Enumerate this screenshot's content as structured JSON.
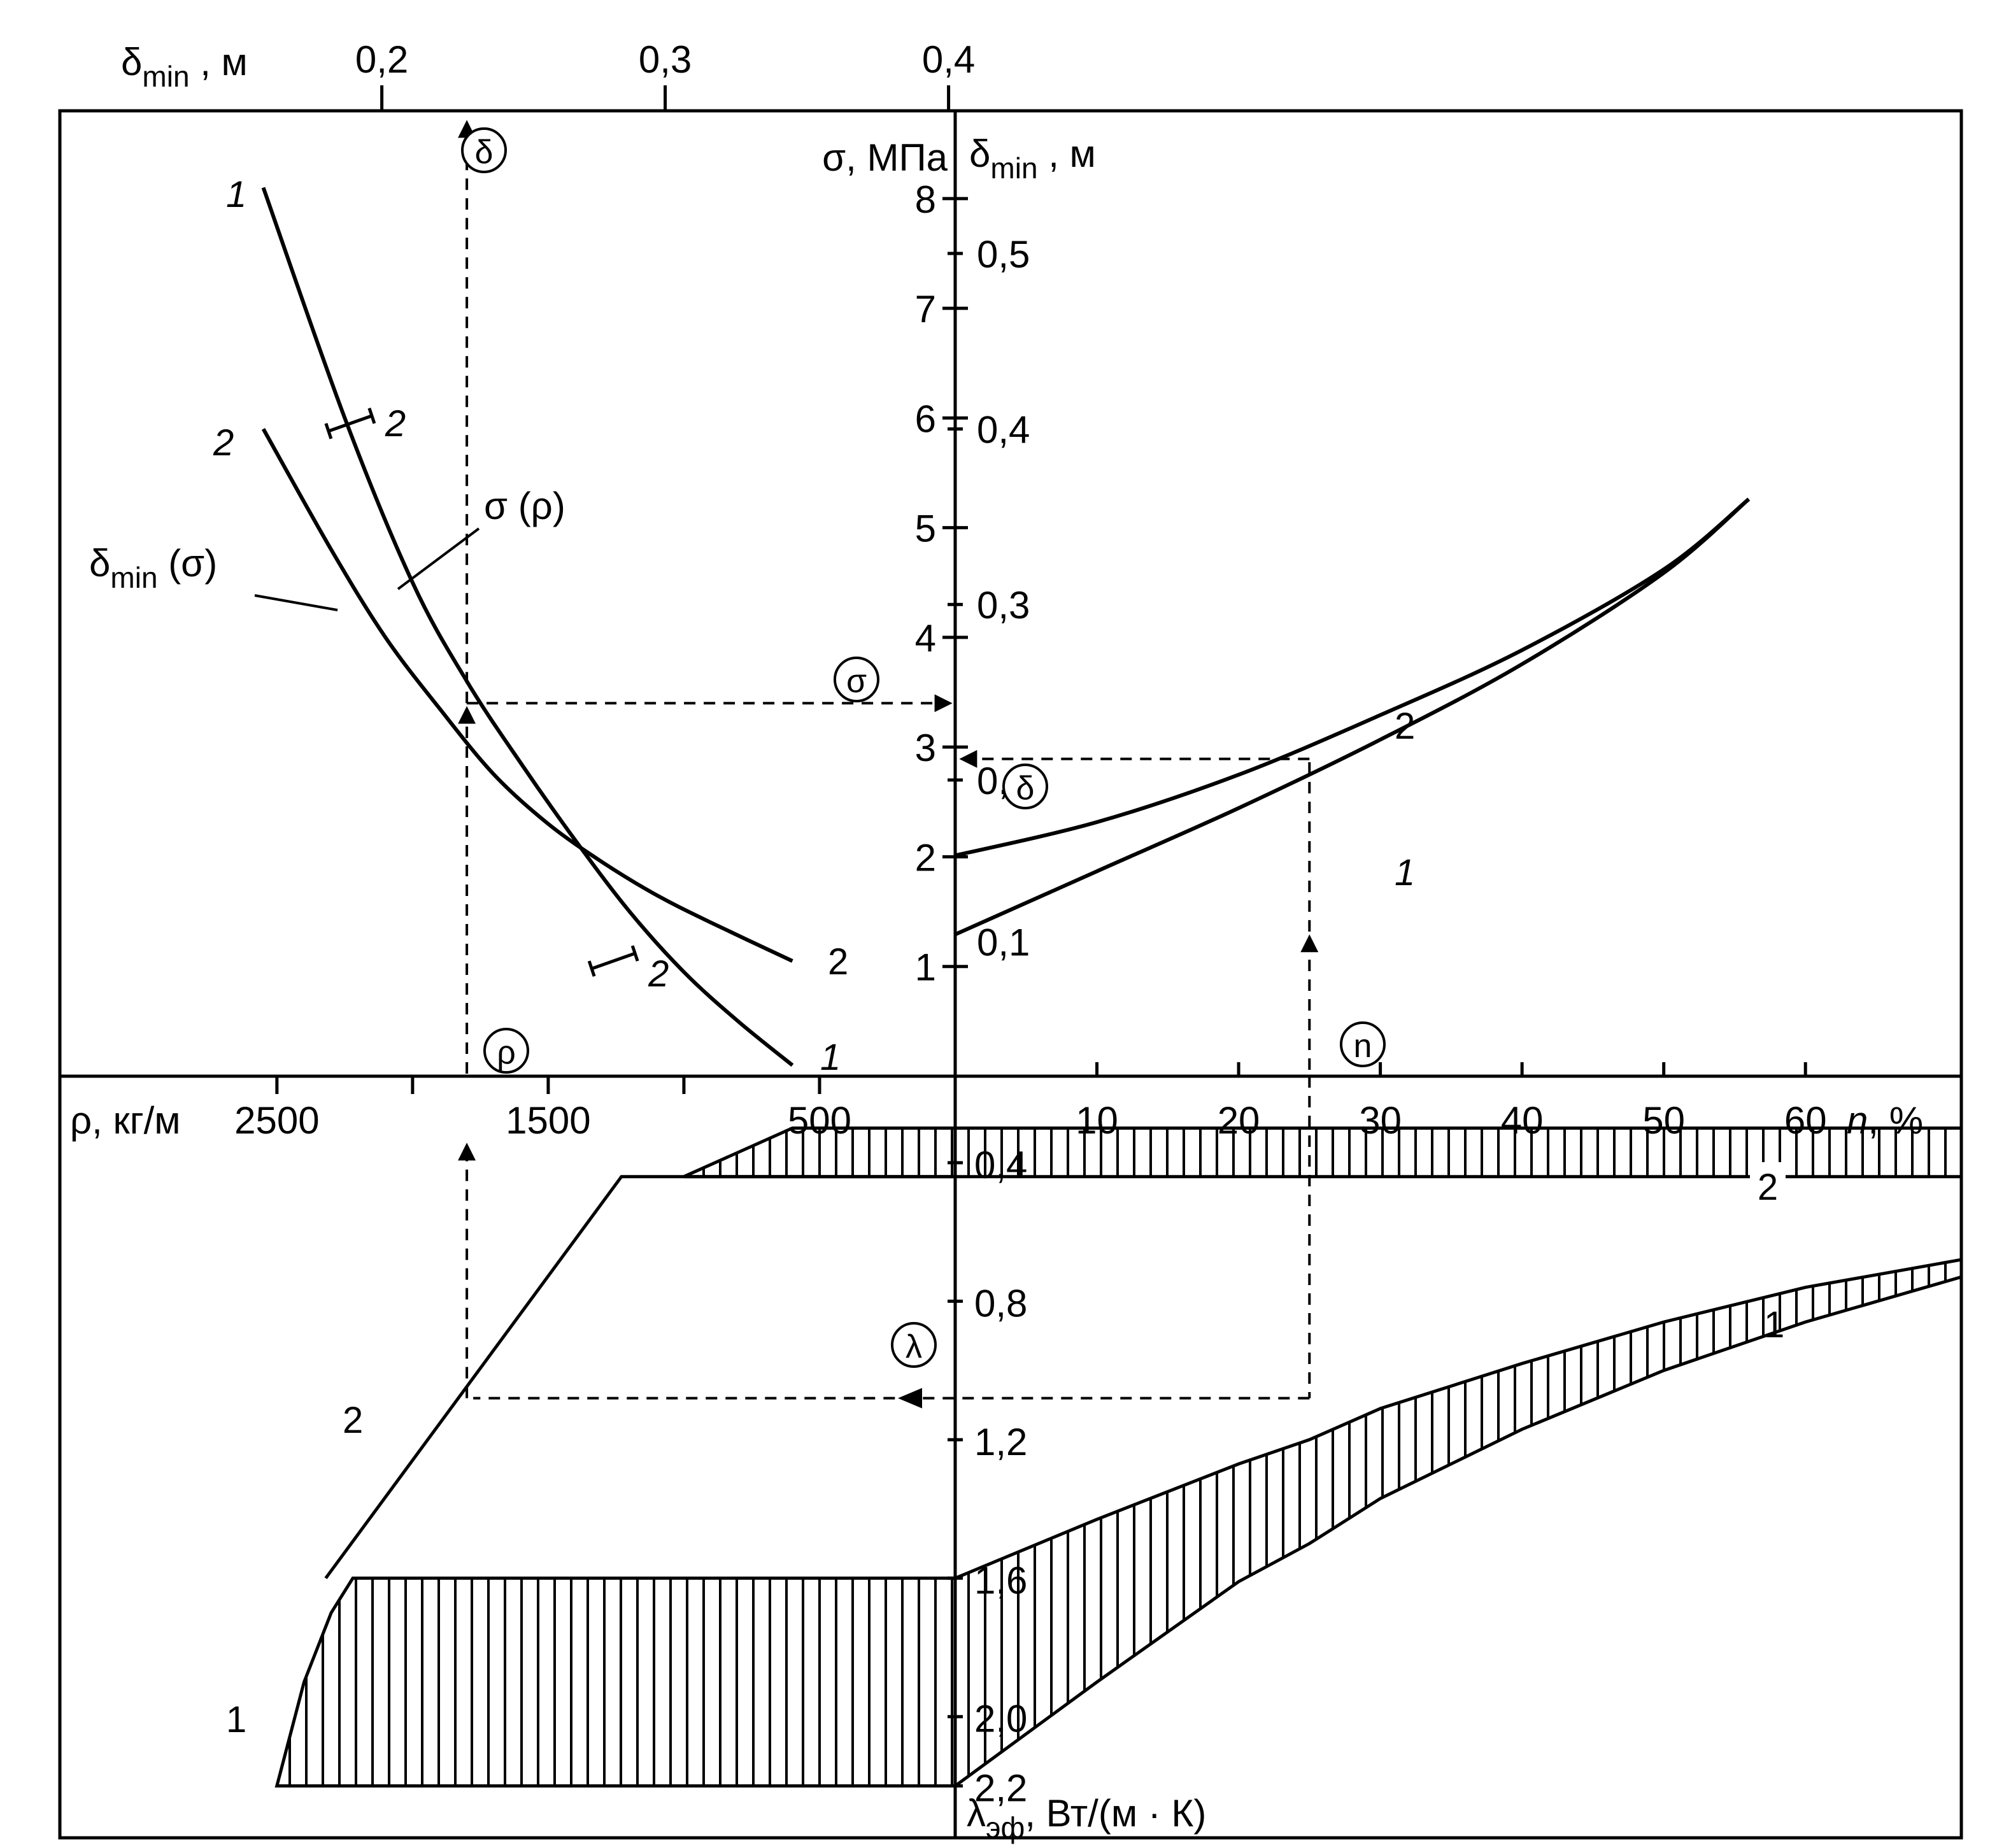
{
  "chart_data": [
    {
      "quadrant": "top-left",
      "type": "line",
      "x_axis_bottom": {
        "label": "ρ, кг/м",
        "ticks": [
          "2500",
          "1500",
          "500"
        ],
        "range": [
          0,
          3300
        ],
        "reversed": true
      },
      "x_axis_top": {
        "label": "δmin , м",
        "ticks": [
          "0,2",
          "0,3",
          "0,4"
        ]
      },
      "y_axis": {
        "label": "σ, МПа",
        "ticks": [
          "1",
          "2",
          "3",
          "4",
          "5",
          "6",
          "7",
          "8"
        ],
        "range": [
          0,
          8.8
        ]
      },
      "curve_labels": [
        "σ (ρ)",
        "δmin (σ)"
      ],
      "series": [
        {
          "name": "1",
          "label": "1",
          "x": [
            2550,
            2250,
            2000,
            1800,
            1600,
            1400,
            1200,
            1000,
            800,
            600
          ],
          "y": [
            8.1,
            6.0,
            4.5,
            3.6,
            2.85,
            2.15,
            1.5,
            0.95,
            0.5,
            0.1
          ]
        },
        {
          "name": "2",
          "label": "2",
          "x": [
            2550,
            2300,
            2100,
            1900,
            1700,
            1500,
            1300,
            1100,
            900,
            600
          ],
          "y": [
            5.9,
            4.8,
            4.0,
            3.35,
            2.75,
            2.3,
            1.95,
            1.65,
            1.4,
            1.05
          ]
        }
      ],
      "error_bar_labels": [
        "2",
        "2"
      ],
      "lookup": {
        "rho": 1800,
        "sigma": 3.4,
        "delta": 0.23
      },
      "markers": [
        "δ",
        "σ",
        "ρ"
      ]
    },
    {
      "quadrant": "top-right",
      "type": "line",
      "x_axis": {
        "label": "n, %",
        "ticks": [
          "10",
          "20",
          "30",
          "40",
          "50",
          "60"
        ],
        "range": [
          0,
          71
        ]
      },
      "y_axis": {
        "label": "δmin , м",
        "ticks": [
          "0,1",
          "0,2",
          "0,3",
          "0,4",
          "0,5"
        ]
      },
      "series": [
        {
          "name": "1",
          "label": "1",
          "x": [
            0,
            10,
            20,
            30,
            40,
            50,
            56
          ],
          "y": [
            0.112,
            0.148,
            0.184,
            0.223,
            0.266,
            0.318,
            0.36
          ]
        },
        {
          "name": "2",
          "label": "2",
          "x": [
            0,
            10,
            20,
            30,
            40,
            50,
            56
          ],
          "y": [
            0.157,
            0.176,
            0.203,
            0.237,
            0.274,
            0.32,
            0.36
          ]
        }
      ],
      "lookup": {
        "n": 25,
        "delta": 0.212
      },
      "markers": [
        "δ",
        "n"
      ]
    },
    {
      "quadrant": "bottom",
      "type": "area",
      "y_axis": {
        "label": "λэф, Вт/(м · К)",
        "ticks": [
          "0,4",
          "0,8",
          "1,2",
          "1,6",
          "2,0",
          "2,2"
        ],
        "range": [
          0.15,
          2.35
        ],
        "reversed": true
      },
      "bands_right": [
        {
          "name": "1",
          "label": "1",
          "n": [
            0,
            10,
            20,
            25,
            30,
            40,
            50,
            60,
            71
          ],
          "lambda_upper": [
            1.6,
            1.43,
            1.27,
            1.2,
            1.11,
            0.98,
            0.86,
            0.76,
            0.68
          ],
          "lambda_lower": [
            2.2,
            1.9,
            1.61,
            1.5,
            1.37,
            1.17,
            1.0,
            0.86,
            0.73
          ]
        },
        {
          "name": "2",
          "label": "2",
          "n": [
            0,
            71
          ],
          "lambda_upper": [
            0.3,
            0.3
          ],
          "lambda_lower": [
            0.44,
            0.44
          ]
        }
      ],
      "bands_left": [
        {
          "name": "1",
          "label": "1",
          "rho": [
            2500,
            2400,
            2300,
            2220,
            2150,
            1000,
            0
          ],
          "lambda_lower": [
            2.2,
            2.2,
            2.2,
            2.2,
            2.2,
            2.2,
            2.2
          ],
          "lambda_upper": [
            2.2,
            1.9,
            1.7,
            1.6,
            1.6,
            1.6,
            1.6
          ]
        },
        {
          "name": "2",
          "label": "2",
          "rho": [
            1000,
            600,
            500,
            0
          ],
          "lambda_lower": [
            0.44,
            0.44,
            0.44,
            0.44
          ],
          "lambda_upper": [
            0.44,
            0.3,
            0.3,
            0.3
          ]
        }
      ],
      "boundary_2": {
        "rho": [
          2320,
          1230,
          0
        ],
        "lambda": [
          1.6,
          0.44,
          0.44
        ]
      },
      "lookup": {
        "rho": 1800,
        "n": 25,
        "lambda": 1.08
      },
      "markers": [
        "λ"
      ]
    }
  ]
}
